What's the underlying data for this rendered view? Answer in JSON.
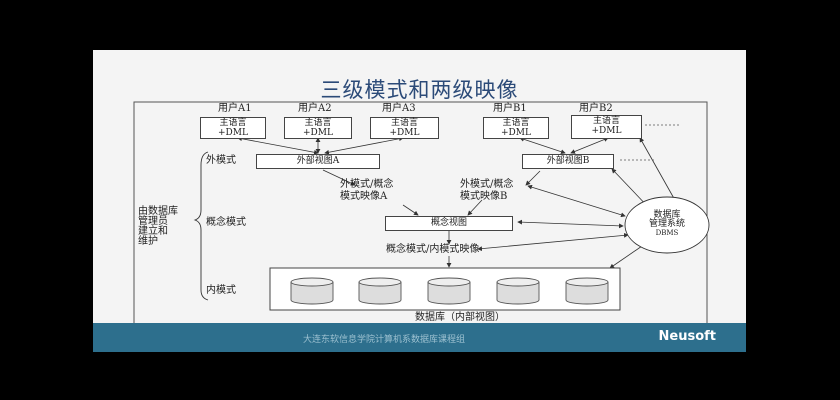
{
  "title": "三级模式和两级映像",
  "users": [
    "用户A1",
    "用户A2",
    "用户A3",
    "用户B1",
    "用户B2"
  ],
  "host_lang": {
    "line1": "主语言",
    "line2": "+DML"
  },
  "levels": {
    "external": "外模式",
    "conceptual": "概念模式",
    "internal": "内模式"
  },
  "admin_note": [
    "由数据库",
    "管理员",
    "建立和",
    "维护"
  ],
  "views": {
    "ext_a": "外部视图A",
    "ext_b": "外部视图B",
    "conceptual": "概念视图",
    "database": "数据库（内部视图）"
  },
  "mappings": {
    "a": [
      "外模式/概念",
      "模式映像A"
    ],
    "b": [
      "外模式/概念",
      "模式映像B"
    ],
    "internal": "概念模式/内模式映像"
  },
  "dbms": [
    "数据库",
    "管理系统",
    "DBMS"
  ],
  "footer": {
    "text": "大连东软信息学院计算机系数据库课程组",
    "logo": "Neusoft"
  }
}
